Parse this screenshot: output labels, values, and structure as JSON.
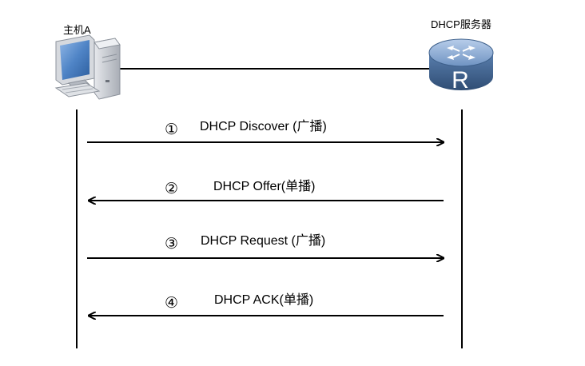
{
  "host_label": "主机A",
  "server_label": "DHCP服务器",
  "router_letter": "R",
  "messages": [
    {
      "step": "①",
      "text": "DHCP Discover (广播)"
    },
    {
      "step": "②",
      "text": "DHCP Offer(单播)"
    },
    {
      "step": "③",
      "text": "DHCP Request (广播)"
    },
    {
      "step": "④",
      "text": "DHCP ACK(单播)"
    }
  ],
  "colors": {
    "router_dark": "#3d5f8a",
    "router_mid": "#5f84b4",
    "router_light": "#9fbbe0",
    "pc_gray": "#c8ccd3",
    "pc_screen": "#4f84c6"
  }
}
